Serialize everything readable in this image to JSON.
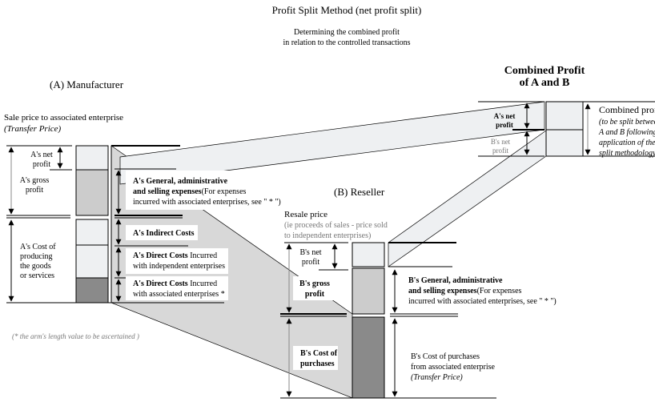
{
  "title": "Profit Split Method (net profit split)",
  "subtitle": [
    "Determining the combined profit",
    "in relation to the controlled transactions"
  ],
  "manufacturer": {
    "heading": "(A)  Manufacturer",
    "sale_price": "Sale price to associated enterprise",
    "transfer_price": "(Transfer Price)",
    "net_profit": [
      "A's net",
      "profit"
    ],
    "gross_profit": [
      "A's gross",
      "profit"
    ],
    "cost": [
      "A's Cost of",
      "producing",
      "the goods",
      "or services"
    ],
    "general": {
      "bold1": "A's General, administrative",
      "bold2": "and selling expenses",
      "rest2": "(For expenses",
      "line3": "incurred with associated enterprises, see \" * \")"
    },
    "indirect": "A's Indirect Costs",
    "direct_indep": {
      "bold": "A's Direct Costs",
      "rest": " Incurred",
      "line2": "with independent enterprises"
    },
    "direct_assoc": {
      "bold": "A's Direct Costs",
      "rest": "  Incurred",
      "line2": "with associated enterprises *"
    }
  },
  "reseller": {
    "heading": "(B)  Reseller",
    "resale_price": "Resale price",
    "resale_note": [
      "(ie proceeds of sales - price sold",
      "to independent enterprises)"
    ],
    "net_profit": [
      "B's net",
      "profit"
    ],
    "gross_profit": [
      "B's gross",
      "profit"
    ],
    "cost": [
      "B's Cost of",
      "purchases"
    ],
    "general": {
      "bold1": "B's General, administrative",
      "bold2": "and selling expenses",
      "rest2": "(For expenses",
      "line3": "incurred with associated enterprises, see \" * \")"
    },
    "cost_purchases": [
      "B's Cost of purchases",
      "from associated enterprise",
      "(Transfer Price)"
    ]
  },
  "combined": {
    "heading": [
      "Combined Profit",
      "of A and B"
    ],
    "a_net": [
      "A's net",
      "profit"
    ],
    "b_net": [
      "B's net",
      "profit"
    ],
    "label": "Combined profit",
    "note": [
      "(to be split between",
      "A and B following",
      "application of the",
      "split methodology)"
    ]
  },
  "footnote": "(*  the arm's length value to be ascertained )",
  "colors": {
    "light": "#eceef2",
    "mid": "#cccccc",
    "dark": "#8a8a8a",
    "band": "#e4e4e4"
  }
}
